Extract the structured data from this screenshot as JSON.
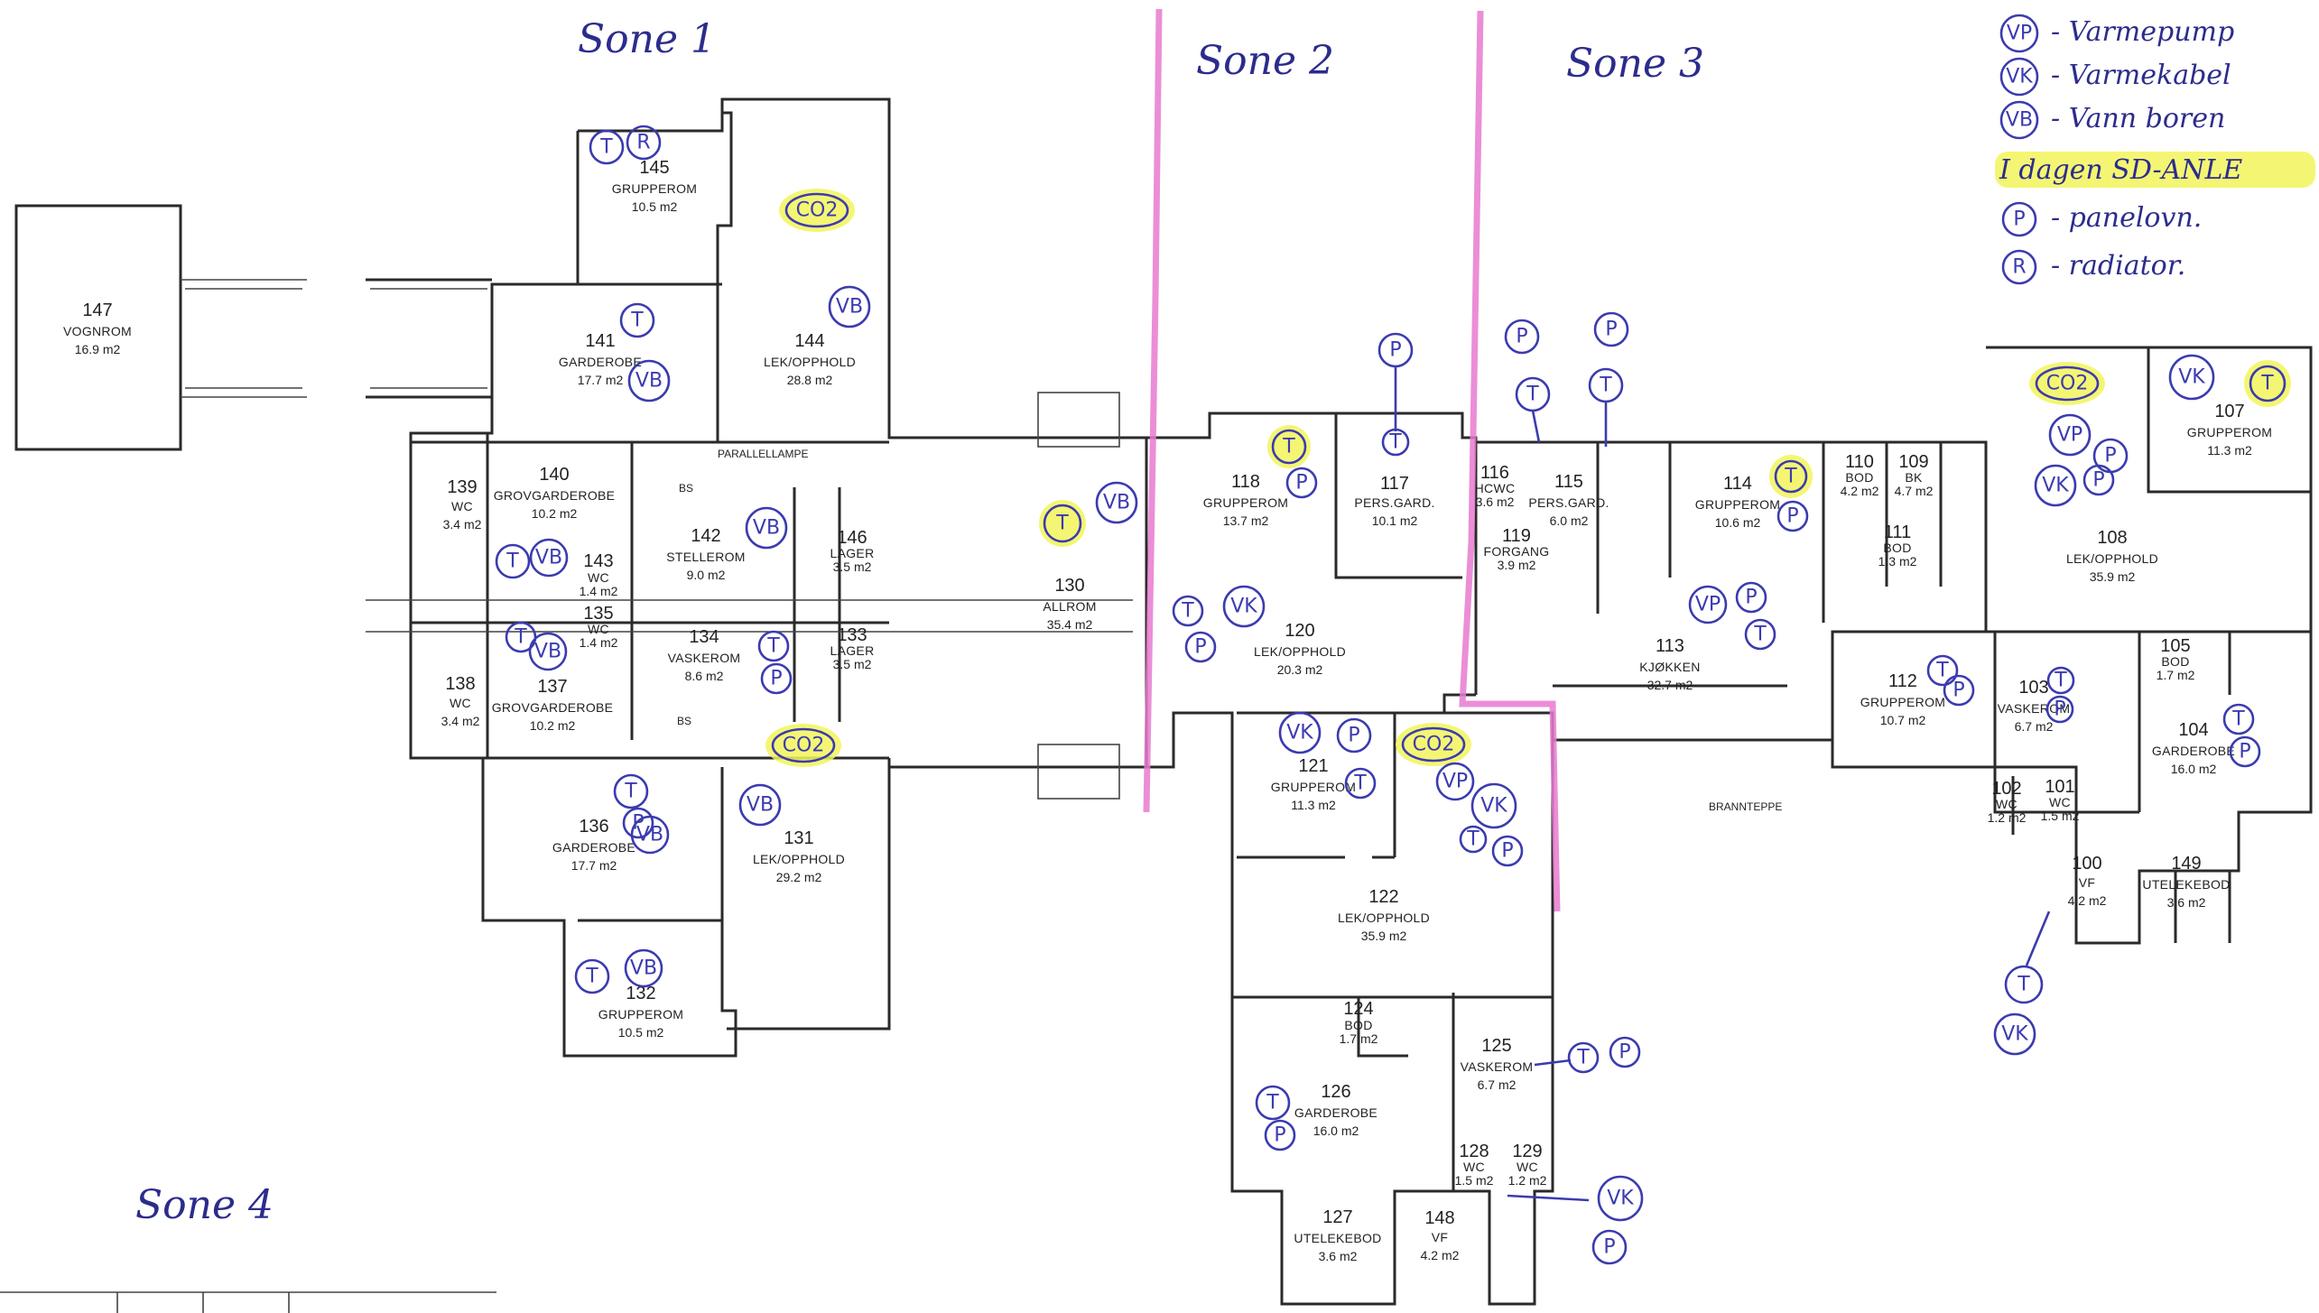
{
  "zones": {
    "sone1": "Sone 1",
    "sone2": "Sone 2",
    "sone3": "Sone 3",
    "sone4": "Sone 4"
  },
  "legend": {
    "vp": "VP",
    "vp_text": "- Varmepump",
    "vk": "VK",
    "vk_text": "- Varmekabel",
    "vb": "VB",
    "vb_text": "- Vann boren",
    "dagens": "I dagen SD-ANLE",
    "p": "P",
    "p_text": "- panelovn.",
    "r": "R",
    "r_text": "- radiator."
  },
  "labels": {
    "parallellampe": "PARALLELLAMPE",
    "branntepe": "BRANNTEPPE",
    "bs1": "BS",
    "bs2": "BS",
    "co2": "CO2",
    "T": "T",
    "P": "P",
    "R": "R",
    "VP": "VP",
    "VK": "VK",
    "VB": "VB"
  },
  "rooms": [
    {
      "id": "r147",
      "num": "147",
      "name": "VOGNROM",
      "area": "16.9 m2"
    },
    {
      "id": "r145",
      "num": "145",
      "name": "GRUPPEROM",
      "area": "10.5 m2"
    },
    {
      "id": "r141",
      "num": "141",
      "name": "GARDEROBE",
      "area": "17.7 m2"
    },
    {
      "id": "r144",
      "num": "144",
      "name": "LEK/OPPHOLD",
      "area": "28.8 m2"
    },
    {
      "id": "r139",
      "num": "139",
      "name": "WC",
      "area": "3.4 m2"
    },
    {
      "id": "r140",
      "num": "140",
      "name": "GROVGARDEROBE",
      "area": "10.2 m2"
    },
    {
      "id": "r142",
      "num": "142",
      "name": "STELLEROM",
      "area": "9.0 m2"
    },
    {
      "id": "r143",
      "num": "143",
      "name": "WC",
      "area": "1.4 m2"
    },
    {
      "id": "r146",
      "num": "146",
      "name": "LAGER",
      "area": "3.5 m2"
    },
    {
      "id": "r135",
      "num": "135",
      "name": "WC",
      "area": "1.4 m2"
    },
    {
      "id": "r134",
      "num": "134",
      "name": "VASKEROM",
      "area": "8.6 m2"
    },
    {
      "id": "r133",
      "num": "133",
      "name": "LAGER",
      "area": "3.5 m2"
    },
    {
      "id": "r138",
      "num": "138",
      "name": "WC",
      "area": "3.4 m2"
    },
    {
      "id": "r137",
      "num": "137",
      "name": "GROVGARDEROBE",
      "area": "10.2 m2"
    },
    {
      "id": "r136",
      "num": "136",
      "name": "GARDEROBE",
      "area": "17.7 m2"
    },
    {
      "id": "r131",
      "num": "131",
      "name": "LEK/OPPHOLD",
      "area": "29.2 m2"
    },
    {
      "id": "r132",
      "num": "132",
      "name": "GRUPPEROM",
      "area": "10.5 m2"
    },
    {
      "id": "r130",
      "num": "130",
      "name": "ALLROM",
      "area": "35.4 m2"
    },
    {
      "id": "r118",
      "num": "118",
      "name": "GRUPPEROM",
      "area": "13.7 m2"
    },
    {
      "id": "r117",
      "num": "117",
      "name": "PERS.GARD.",
      "area": "10.1 m2"
    },
    {
      "id": "r120",
      "num": "120",
      "name": "LEK/OPPHOLD",
      "area": "20.3 m2"
    },
    {
      "id": "r121",
      "num": "121",
      "name": "GRUPPEROM",
      "area": "11.3 m2"
    },
    {
      "id": "r122",
      "num": "122",
      "name": "LEK/OPPHOLD",
      "area": "35.9 m2"
    },
    {
      "id": "r124",
      "num": "124",
      "name": "BOD",
      "area": "1.7 m2"
    },
    {
      "id": "r125",
      "num": "125",
      "name": "VASKEROM",
      "area": "6.7 m2"
    },
    {
      "id": "r126",
      "num": "126",
      "name": "GARDEROBE",
      "area": "16.0 m2"
    },
    {
      "id": "r128",
      "num": "128",
      "name": "WC",
      "area": "1.5 m2"
    },
    {
      "id": "r129",
      "num": "129",
      "name": "WC",
      "area": "1.2 m2"
    },
    {
      "id": "r127",
      "num": "127",
      "name": "UTELEKEBOD",
      "area": "3.6 m2"
    },
    {
      "id": "r148",
      "num": "148",
      "name": "VF",
      "area": "4.2 m2"
    },
    {
      "id": "r116",
      "num": "116",
      "name": "HCWC",
      "area": "3.6 m2"
    },
    {
      "id": "r115",
      "num": "115",
      "name": "PERS.GARD.",
      "area": "6.0 m2"
    },
    {
      "id": "r119",
      "num": "119",
      "name": "FORGANG",
      "area": "3.9 m2"
    },
    {
      "id": "r114",
      "num": "114",
      "name": "GRUPPEROM",
      "area": "10.6 m2"
    },
    {
      "id": "r110",
      "num": "110",
      "name": "BOD",
      "area": "4.2 m2"
    },
    {
      "id": "r109",
      "num": "109",
      "name": "BK",
      "area": "4.7 m2"
    },
    {
      "id": "r111",
      "num": "111",
      "name": "BOD",
      "area": "1.3 m2"
    },
    {
      "id": "r113",
      "num": "113",
      "name": "KJØKKEN",
      "area": "32.7 m2"
    },
    {
      "id": "r112",
      "num": "112",
      "name": "GRUPPEROM",
      "area": "10.7 m2"
    },
    {
      "id": "r107",
      "num": "107",
      "name": "GRUPPEROM",
      "area": "11.3 m2"
    },
    {
      "id": "r108",
      "num": "108",
      "name": "LEK/OPPHOLD",
      "area": "35.9 m2"
    },
    {
      "id": "r105",
      "num": "105",
      "name": "BOD",
      "area": "1.7 m2"
    },
    {
      "id": "r103",
      "num": "103",
      "name": "VASKEROM",
      "area": "6.7 m2"
    },
    {
      "id": "r104",
      "num": "104",
      "name": "GARDEROBE",
      "area": "16.0 m2"
    },
    {
      "id": "r102",
      "num": "102",
      "name": "WC",
      "area": "1.2 m2"
    },
    {
      "id": "r101",
      "num": "101",
      "name": "WC",
      "area": "1.5 m2"
    },
    {
      "id": "r100",
      "num": "100",
      "name": "VF",
      "area": "4.2 m2"
    },
    {
      "id": "r149",
      "num": "149",
      "name": "UTELEKEBOD",
      "area": "3.6 m2"
    }
  ]
}
